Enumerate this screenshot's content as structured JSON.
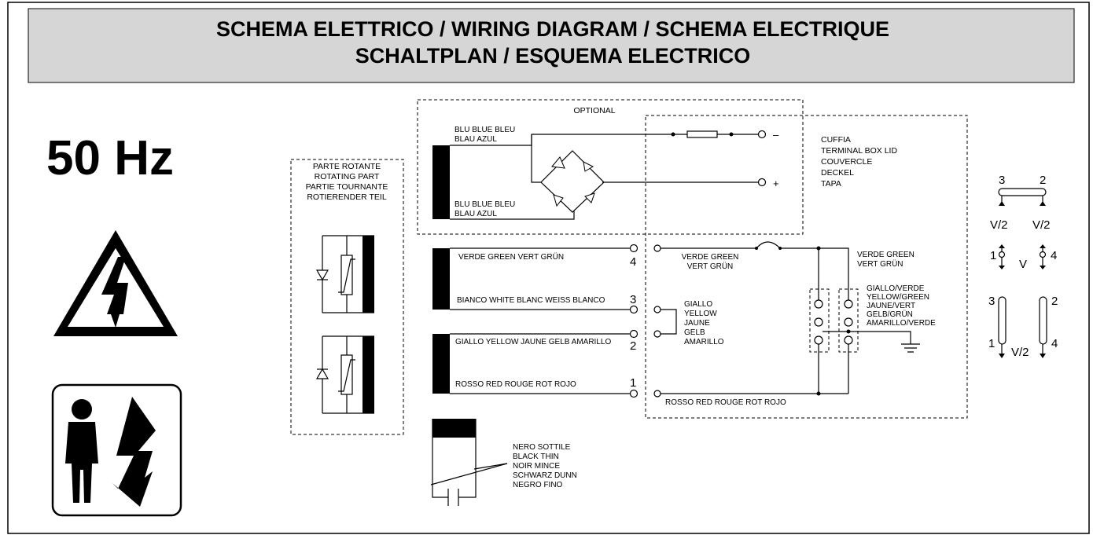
{
  "header": {
    "title_line1": "SCHEMA ELETTRICO / WIRING DIAGRAM / SCHEMA ELECTRIQUE",
    "title_line2": "SCHALTPLAN / ESQUEMA ELECTRICO"
  },
  "frequency": "50 Hz",
  "rotating_part": [
    "PARTE ROTANTE",
    "ROTATING PART",
    "PARTIE TOURNANTE",
    "ROTIERENDER TEIL"
  ],
  "optional": {
    "label": "OPTIONAL",
    "blue_top": [
      "BLU BLUE BLEU",
      "BLAU AZUL"
    ],
    "blue_bottom": [
      "BLU BLUE BLEU",
      "BLAU AZUL"
    ],
    "minus": "–",
    "plus": "+"
  },
  "lid": [
    "CUFFIA",
    "TERMINAL BOX LID",
    "COUVERCLE",
    "DECKEL",
    "TAPA"
  ],
  "wires": [
    {
      "label": "VERDE GREEN VERT GRÜN",
      "pin": "4"
    },
    {
      "label": "BIANCO WHITE BLANC WEISS BLANCO",
      "pin": "3"
    },
    {
      "label": "GIALLO YELLOW JAUNE GELB AMARILLO",
      "pin": "2"
    },
    {
      "label": "ROSSO RED ROUGE ROT ROJO",
      "pin": "1"
    }
  ],
  "inner": {
    "green": [
      "VERDE GREEN",
      "VERT GRÜN"
    ],
    "green_right": [
      "VERDE GREEN",
      "VERT GRÜN"
    ],
    "yellow": [
      "GIALLO",
      "YELLOW",
      "JAUNE",
      "GELB",
      "AMARILLO"
    ],
    "yellow_green": [
      "GIALLO/VERDE",
      "YELLOW/GREEN",
      "JAUNE/VERT",
      "GELB/GRÜN",
      "AMARILLO/VERDE"
    ],
    "red": "ROSSO RED ROUGE ROT ROJO"
  },
  "black_thin": [
    "NERO SOTTILE",
    "BLACK THIN",
    "NOIR MINCE",
    "SCHWARZ DUNN",
    "NEGRO FINO"
  ],
  "connections": {
    "top_pins": [
      "3",
      "2"
    ],
    "top_labels": [
      "V/2",
      "V/2"
    ],
    "mid_pins": [
      "1",
      "4"
    ],
    "mid_label": "V",
    "bot_pins_left": [
      "3",
      "1"
    ],
    "bot_pins_right": [
      "2",
      "4"
    ],
    "bot_label": "V/2"
  },
  "icons": [
    "high-voltage-warning-icon",
    "electric-shock-person-icon"
  ]
}
